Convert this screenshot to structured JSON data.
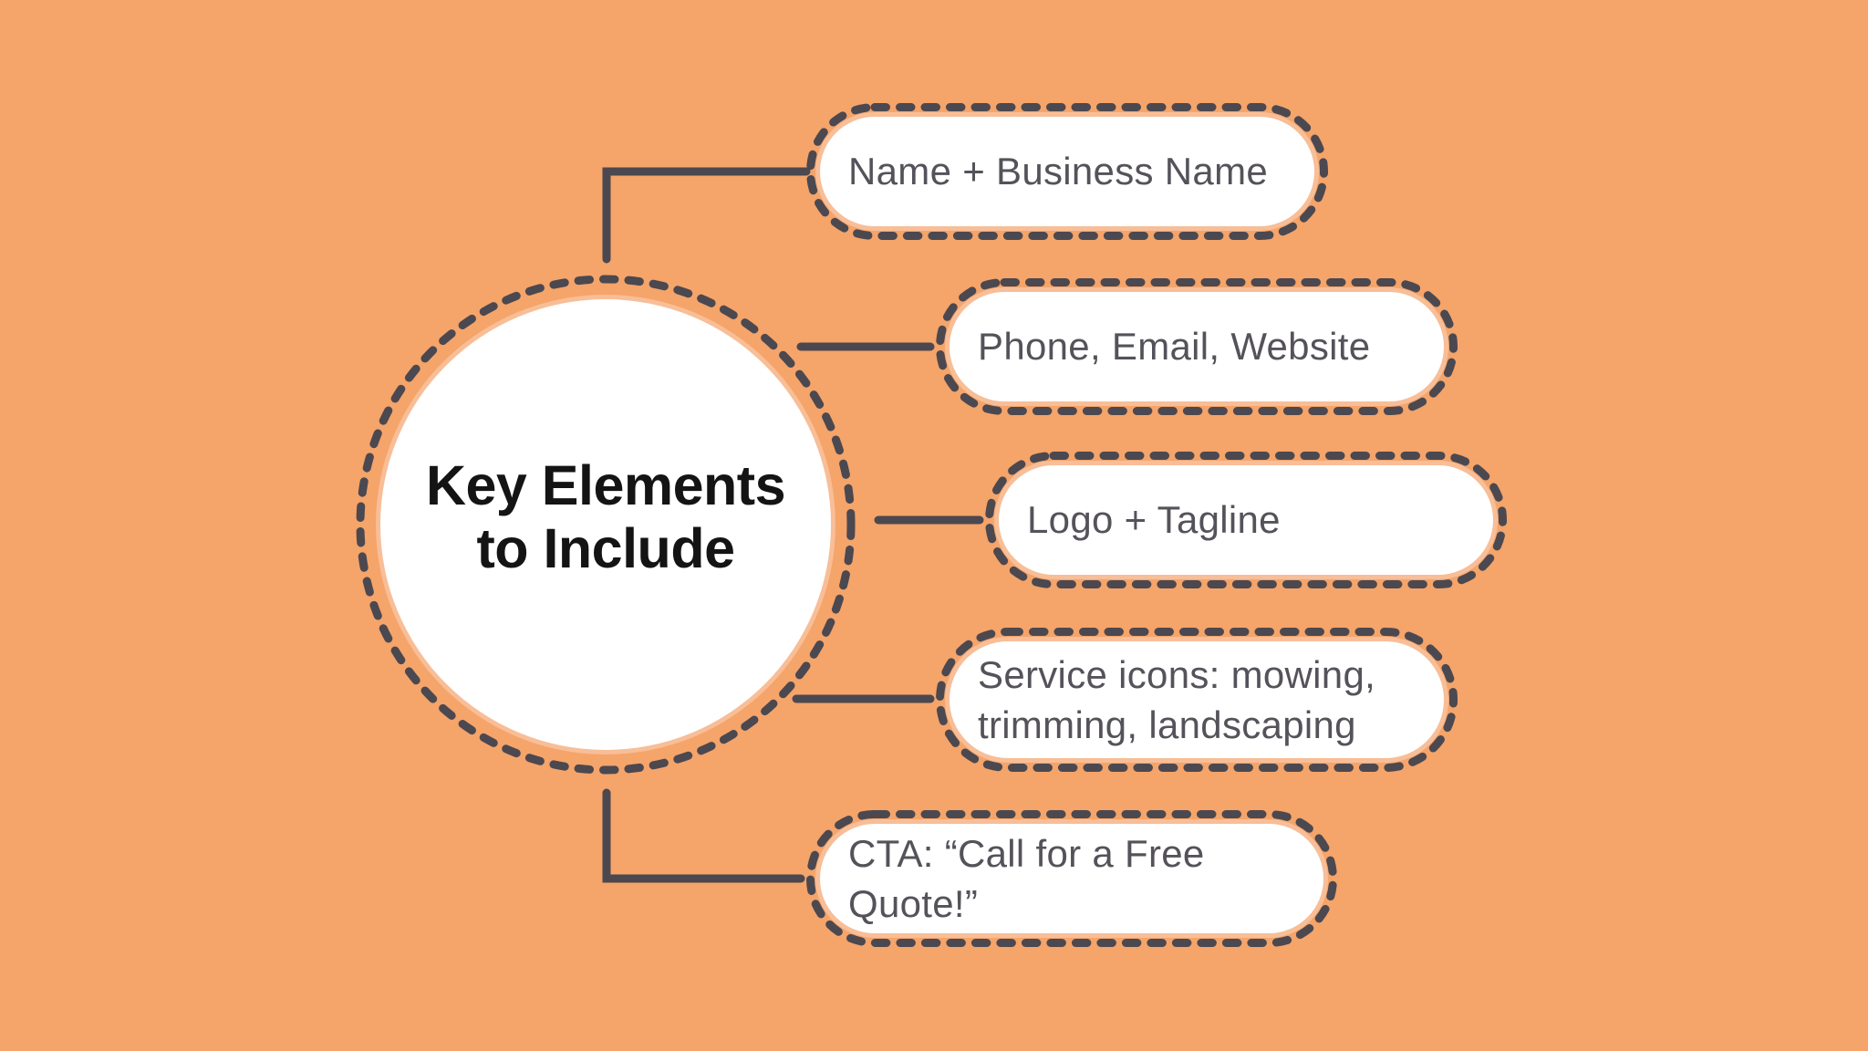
{
  "meta": {
    "diagram_type": "mind-map infographic",
    "node_count": 5
  },
  "colors": {
    "background": "#F5A46A",
    "dash": "#4B4850",
    "pill_text": "#55525A",
    "title_text": "#141414",
    "pill_fill": "#FFFFFF",
    "halo": "#F8BE97"
  },
  "center": {
    "title_line1": "Key Elements",
    "title_line2": "to Include"
  },
  "pills": [
    {
      "label": "Name + Business Name"
    },
    {
      "label": "Phone, Email, Website"
    },
    {
      "label": "Logo + Tagline"
    },
    {
      "label": "Service icons: mowing, trimming, landscaping"
    },
    {
      "label": "CTA: “Call for a Free Quote!”"
    }
  ]
}
